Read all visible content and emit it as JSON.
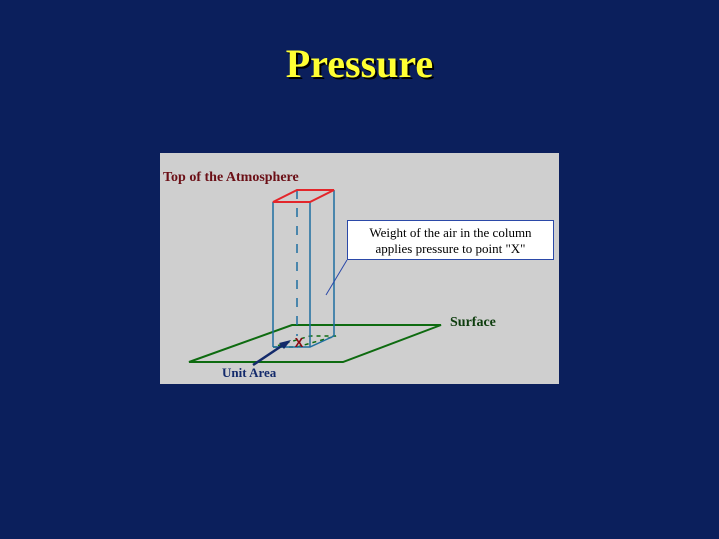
{
  "title": "Pressure",
  "diagram": {
    "top_label": "Top of the Atmosphere",
    "surface_label": "Surface",
    "unit_area_label": "Unit Area",
    "callout": {
      "line1": "Weight of the air in the column",
      "line2": "applies pressure to point \"X\""
    },
    "point_marker": "X"
  },
  "colors": {
    "background": "#0b1f5c",
    "title": "#ffff33",
    "panel": "#cfcfcf",
    "column_edges": "#1f6fa0",
    "column_top": "#e3262b",
    "surface": "#0e6b10",
    "marker": "#8b0a14",
    "callout_border": "#2b49a8"
  }
}
